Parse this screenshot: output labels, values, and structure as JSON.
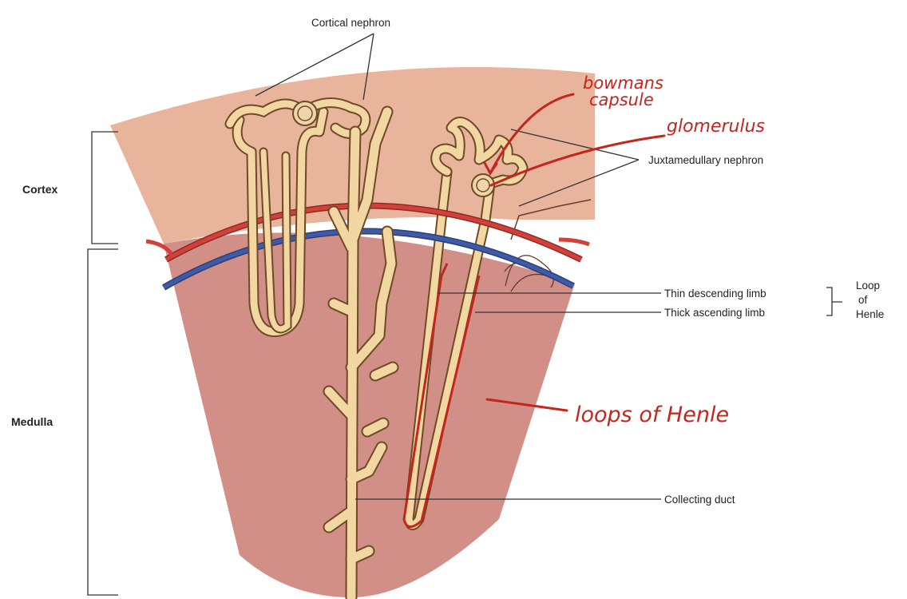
{
  "labels": {
    "cortical_nephron": "Cortical nephron",
    "juxtamedullary_nephron": "Juxtamedullary nephron",
    "cortex": "Cortex",
    "medulla": "Medulla",
    "thin_descending_limb": "Thin descending limb",
    "thick_ascending_limb": "Thick ascending limb",
    "loop_of_henle": [
      "Loop",
      "of",
      "Henle"
    ],
    "collecting_duct": "Collecting duct"
  },
  "annotations": {
    "bowmans_capsule": [
      "bowmans",
      "capsule"
    ],
    "glomerulus": "glomerulus",
    "loops_of_henle": "loops of Henle"
  },
  "colors": {
    "cortex": "#e9b49c",
    "medulla": "#d18f87",
    "tubule_fill": "#f3d7a3",
    "tubule_outline": "#6e4a26",
    "artery": "#d2403a",
    "vein": "#3f5aa6",
    "annotation": "#c4251c",
    "leader_line": "#333333"
  }
}
